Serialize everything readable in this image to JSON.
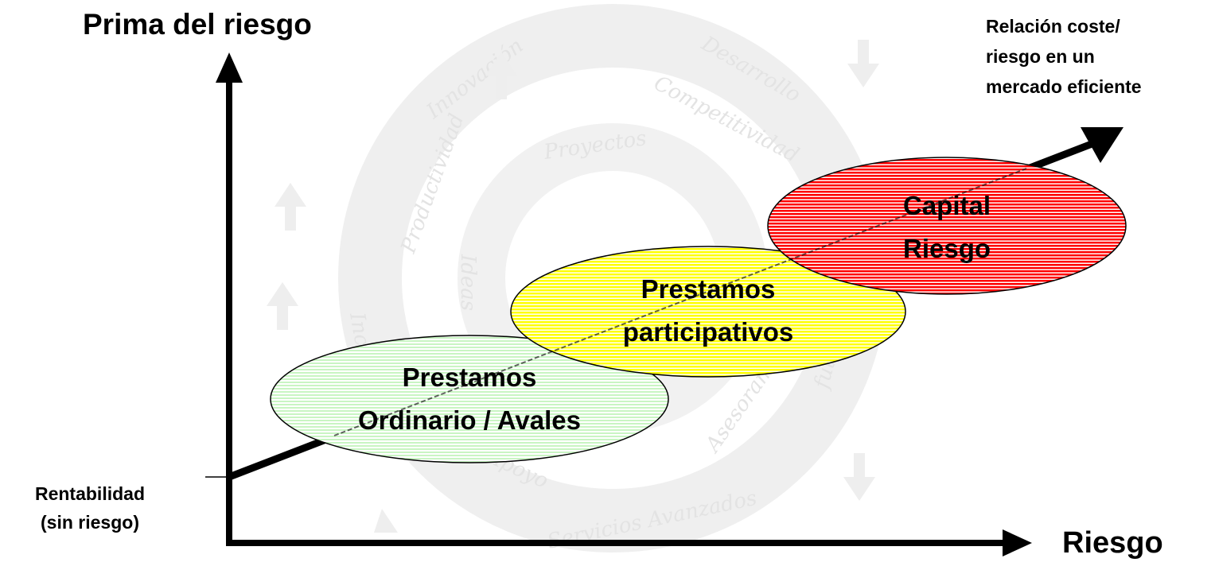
{
  "axes": {
    "y_title": "Prima del riesgo",
    "x_title": "Riesgo"
  },
  "curve_label": {
    "line1": "Relación coste/",
    "line2": "riesgo en un",
    "line3": "mercado eficiente"
  },
  "baseline_label": {
    "line1": "Rentabilidad",
    "line2": "(sin riesgo)"
  },
  "zones": {
    "green": {
      "line1": "Prestamos",
      "line2": "Ordinario / Avales",
      "color": "#c9f5c3"
    },
    "yellow": {
      "line1": "Prestamos",
      "line2": "participativos",
      "color": "#ffff00"
    },
    "red": {
      "line1": "Capital",
      "line2": "Riesgo",
      "color": "#ff0000"
    }
  },
  "watermark": {
    "color": "#ebebeb",
    "words": [
      "Innovación",
      "Desarrollo",
      "Competitividad",
      "Productividad",
      "Proyectos",
      "Ideas",
      "Inc",
      "Asesoramiento",
      "futuras",
      "Apoyo",
      "Servicios Avanzados"
    ]
  }
}
